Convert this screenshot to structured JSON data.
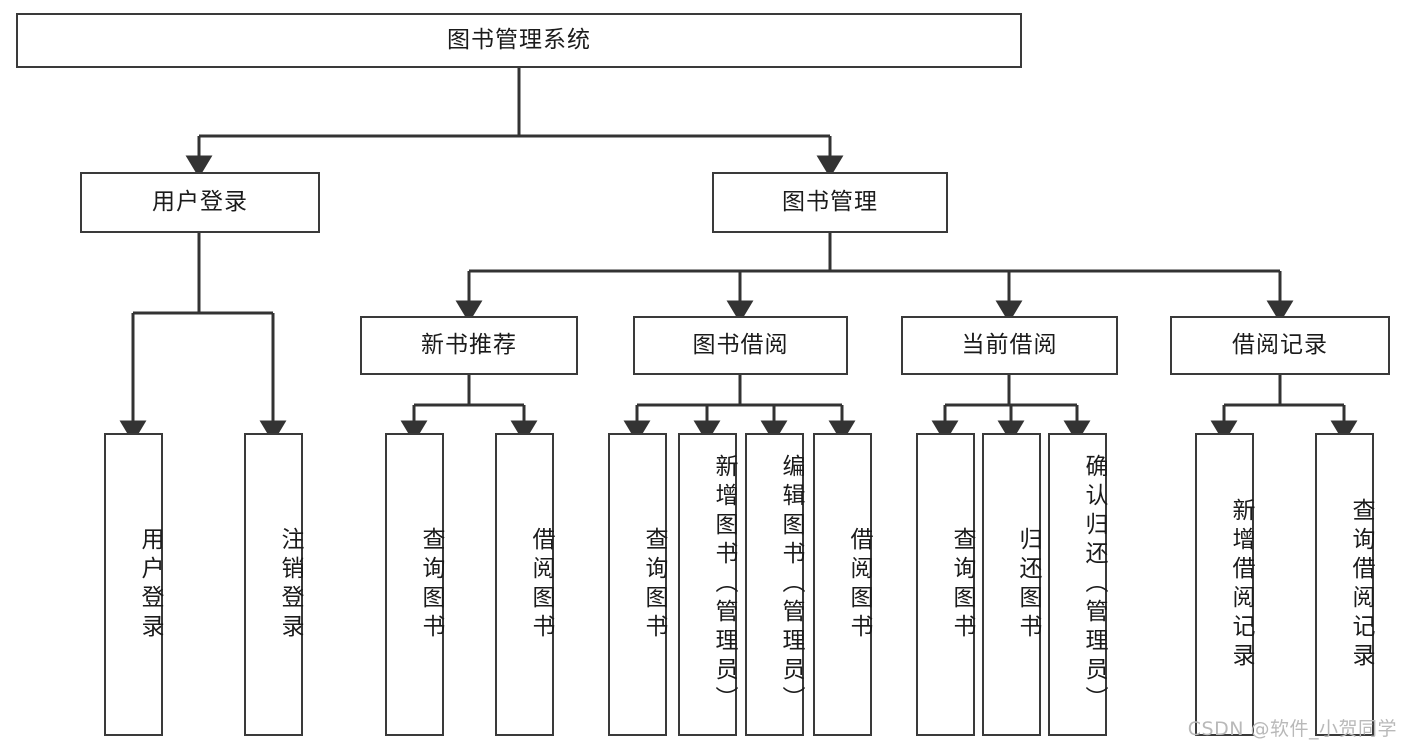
{
  "diagram": {
    "title": "图书管理系统",
    "watermark": "CSDN @软件_小贺同学",
    "colors": {
      "background": "#ffffff",
      "node_border": "#3a3a3a",
      "node_fill": "#ffffff",
      "connector": "#333333",
      "text": "#1b1b1b",
      "watermark": "#b9b9b9"
    },
    "root": {
      "label": "图书管理系统"
    },
    "level1": [
      {
        "label": "用户登录"
      },
      {
        "label": "图书管理"
      }
    ],
    "level2": [
      {
        "label": "新书推荐"
      },
      {
        "label": "图书借阅"
      },
      {
        "label": "当前借阅"
      },
      {
        "label": "借阅记录"
      }
    ],
    "leaves": {
      "user_login": [
        {
          "label": "用户登录"
        },
        {
          "label": "注销登录"
        }
      ],
      "new_book_recommend": [
        {
          "label": "查询图书"
        },
        {
          "label": "借阅图书"
        }
      ],
      "book_borrow": [
        {
          "label": "查询图书"
        },
        {
          "label": "新增图书（管理员）"
        },
        {
          "label": "编辑图书（管理员）"
        },
        {
          "label": "借阅图书"
        }
      ],
      "current_borrow": [
        {
          "label": "查询图书"
        },
        {
          "label": "归还图书"
        },
        {
          "label": "确认归还（管理员）"
        }
      ],
      "borrow_record": [
        {
          "label": "新增借阅记录"
        },
        {
          "label": "查询借阅记录"
        }
      ]
    }
  }
}
